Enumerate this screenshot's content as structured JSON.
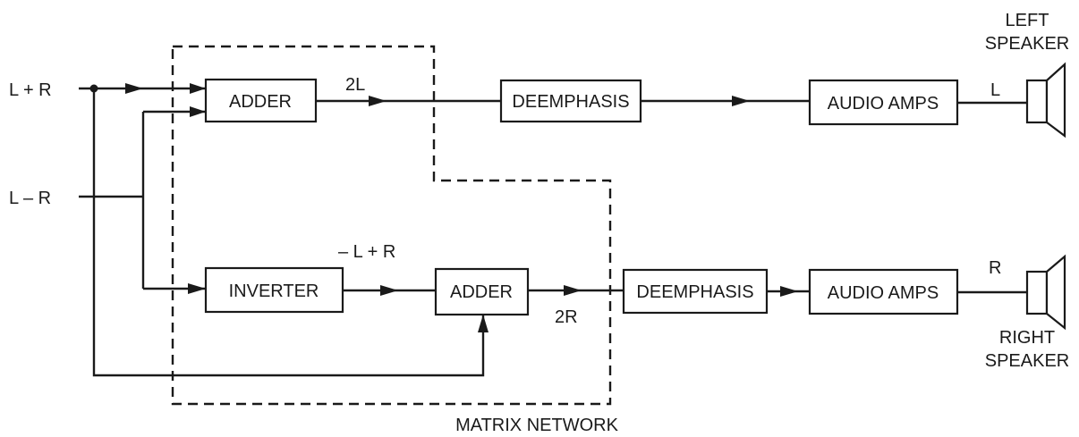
{
  "inputs": {
    "sum": "L + R",
    "difference": "L – R"
  },
  "blocks": {
    "adder_left": "ADDER",
    "inverter": "INVERTER",
    "adder_right": "ADDER",
    "deemphasis_left": "DEEMPHASIS",
    "deemphasis_right": "DEEMPHASIS",
    "audio_amps_left": "AUDIO AMPS",
    "audio_amps_right": "AUDIO AMPS"
  },
  "signals": {
    "two_l": "2L",
    "neg_l_plus_r": "– L + R",
    "two_r": "2R",
    "left_channel": "L",
    "right_channel": "R"
  },
  "speakers": {
    "left_line1": "LEFT",
    "left_line2": "SPEAKER",
    "right_line1": "RIGHT",
    "right_line2": "SPEAKER"
  },
  "matrix_label": "MATRIX NETWORK"
}
